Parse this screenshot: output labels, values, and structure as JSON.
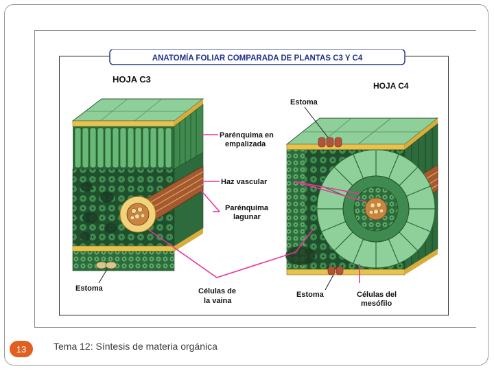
{
  "diagram": {
    "title": "ANATOMÍA FOLIAR COMPARADA DE PLANTAS C3 Y C4",
    "c3_heading": "HOJA C3",
    "c4_heading": "HOJA C4",
    "labels": {
      "palisade": [
        "Parénquima en",
        "empalizada"
      ],
      "vascular": "Haz vascular",
      "spongy": [
        "Parénquima",
        "lagunar"
      ],
      "bundle_sheath": [
        "Células de",
        "la vaina"
      ],
      "stoma_c3": "Estoma",
      "stoma_c4_top": "Estoma",
      "stoma_c4_bottom": "Estoma",
      "mesophyll": [
        "Células del",
        "mesófilo"
      ]
    }
  },
  "footer": {
    "page_number": "13",
    "text": "Tema 12: Síntesis de materia orgánica"
  },
  "colors": {
    "leader_lines": "#e8359a",
    "title_text": "#1f2f8c",
    "page_badge": "#e2601f"
  }
}
